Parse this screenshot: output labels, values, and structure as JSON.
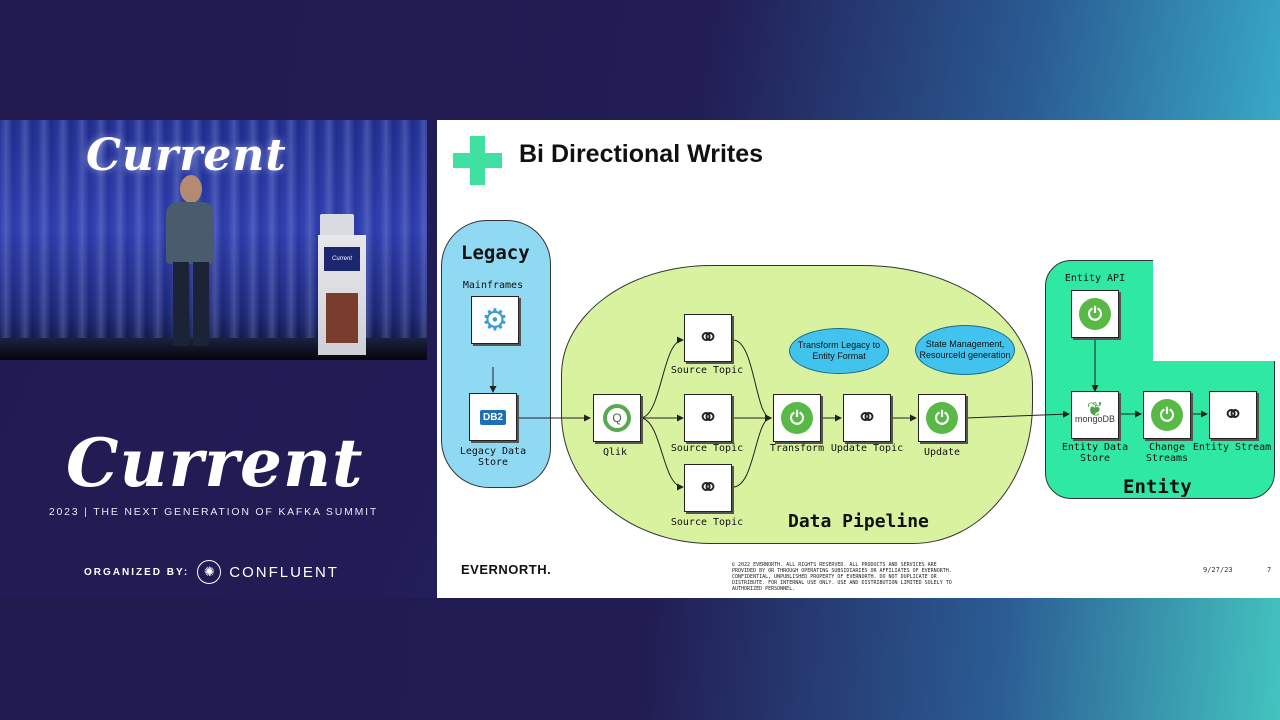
{
  "video": {
    "logo_text": "Current",
    "podium_sign": "Current"
  },
  "branding": {
    "logo_text": "Current",
    "subtitle": "2023 | THE NEXT GENERATION OF KAFKA SUMMIT",
    "organized_label": "ORGANIZED BY:",
    "organizer": "CONFLUENT"
  },
  "slide": {
    "title": "Bi Directional Writes",
    "groups": {
      "legacy": "Legacy",
      "pipeline": "Data Pipeline",
      "entity": "Entity"
    },
    "nodes": {
      "mainframes": "Mainframes",
      "legacy_store": "Legacy Data Store",
      "qlik": "Qlik",
      "source_topic_1": "Source Topic",
      "source_topic_2": "Source Topic",
      "source_topic_3": "Source Topic",
      "transform": "Transform",
      "update_topic": "Update Topic",
      "update": "Update",
      "entity_api": "Entity API",
      "entity_store": "Entity Data Store",
      "change_streams": "Change Streams",
      "entity_stream": "Entity Stream"
    },
    "icon_text": {
      "db2": "DB2",
      "mongo": "mongoDB"
    },
    "bubbles": {
      "transform": "Transform Legacy to Entity Format",
      "state": "State Management, ResourceId generation"
    },
    "footer": {
      "logo": "EVERNORTH.",
      "legal": "© 2022 EVERNORTH. ALL RIGHTS RESERVED. ALL PRODUCTS AND SERVICES ARE PROVIDED BY OR THROUGH OPERATING SUBSIDIARIES OR AFFILIATES OF EVERNORTH. CONFIDENTIAL, UNPUBLISHED PROPERTY OF EVERNORTH. DO NOT DUPLICATE OR DISTRIBUTE. FOR INTERNAL USE ONLY. USE AND DISTRIBUTION LIMITED SOLELY TO AUTHORIZED PERSONNEL.",
      "date": "9/27/23",
      "page": "7"
    }
  },
  "colors": {
    "accent_green": "#3fe0a1",
    "legacy_blue": "#8fd9f2",
    "pipeline_green": "#d8f2a0",
    "entity_green": "#2ee8a4",
    "bubble_blue": "#42c3ee",
    "spring_green": "#58b947"
  },
  "icons": [
    "gear-icon",
    "db2-icon",
    "qlik-icon",
    "kafka-icon",
    "spring-icon",
    "mongodb-icon",
    "plus-icon",
    "confluent-icon"
  ]
}
